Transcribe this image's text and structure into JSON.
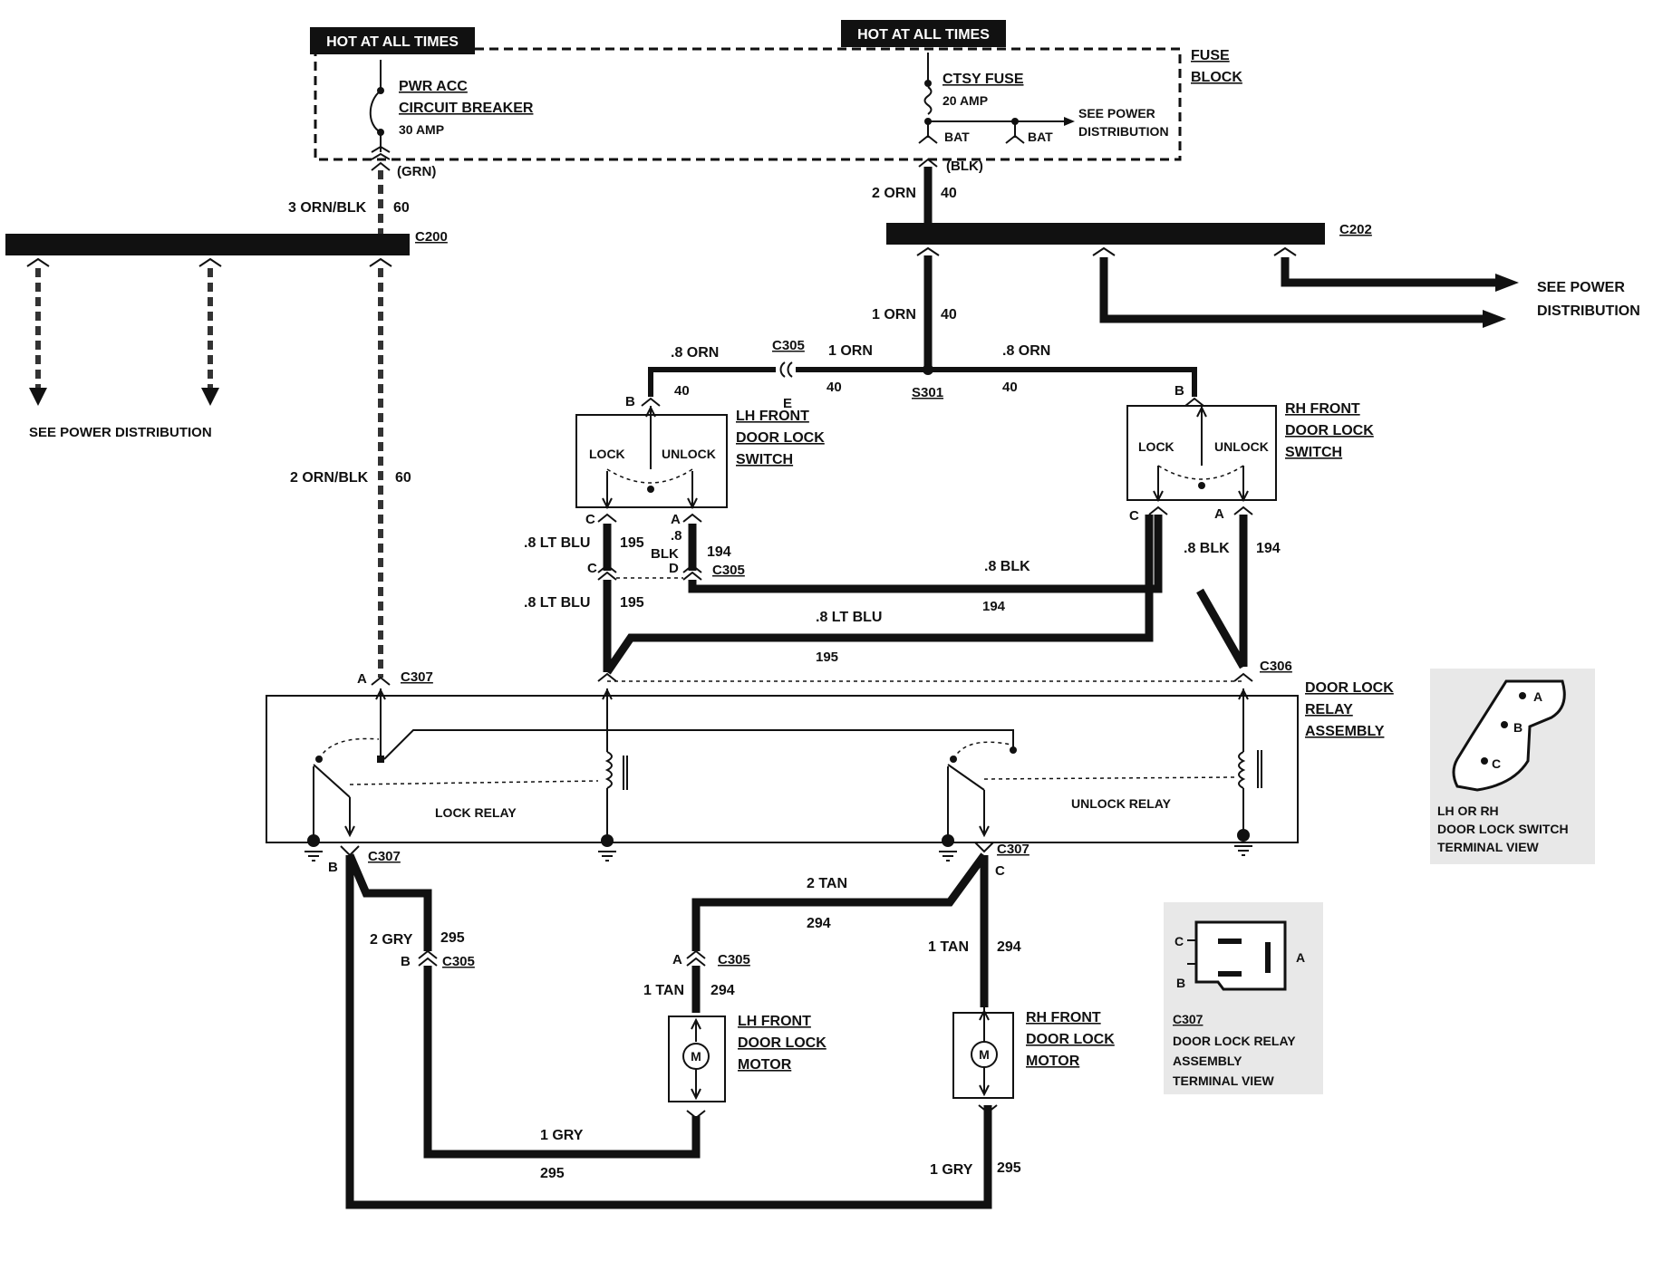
{
  "labels": {
    "hot_left": "HOT AT ALL TIMES",
    "hot_right": "HOT AT ALL TIMES",
    "fuse_block_1": "FUSE",
    "fuse_block_2": "BLOCK",
    "pwr_acc_1": "PWR ACC",
    "pwr_acc_2": "CIRCUIT BREAKER",
    "pwr_acc_amp": "30 AMP",
    "ctsy_fuse": "CTSY FUSE",
    "ctsy_amp": "20 AMP",
    "bat_1": "BAT",
    "bat_2": "BAT",
    "see_power_dist_1a": "SEE POWER",
    "see_power_dist_1b": "DISTRIBUTION",
    "grn": "(GRN)",
    "blk": "(BLK)",
    "w_3orn_blk": "3 ORN/BLK",
    "c60a": "60",
    "w_2orn": "2 ORN",
    "c40a": "40",
    "c200": "C200",
    "c202": "C202",
    "see_power_dist_2a": "SEE POWER",
    "see_power_dist_2b": "DISTRIBUTION",
    "see_power_dist_left": "SEE POWER DISTRIBUTION",
    "w_1orn_a": "1 ORN",
    "c40b": "40",
    "w_8orn_l": ".8 ORN",
    "c305_top": "C305",
    "w_1orn_b": "1 ORN",
    "w_8orn_r": ".8 ORN",
    "c40c": "40",
    "c40d": "40",
    "c40e": "40",
    "pin_e": "E",
    "s301": "S301",
    "pin_b_lh": "B",
    "pin_b_rh": "B",
    "lh_switch_1": "LH FRONT",
    "lh_switch_2": "DOOR LOCK",
    "lh_switch_3": "SWITCH",
    "rh_switch_1": "RH FRONT",
    "rh_switch_2": "DOOR LOCK",
    "rh_switch_3": "SWITCH",
    "lock_l": "LOCK",
    "unlock_l": "UNLOCK",
    "lock_r": "LOCK",
    "unlock_r": "UNLOCK",
    "w_2orn_blk": "2 ORN/BLK",
    "c60b": "60",
    "pin_c_lh": "C",
    "pin_a_lh": "A",
    "pin_c_rh": "C",
    "pin_a_rh": "A",
    "w_8ltblu_a": ".8 LT BLU",
    "c195a": "195",
    "w_8blk_a1": ".8",
    "w_8blk_a2": "BLK",
    "c194a": "194",
    "pin_c_c305": "C",
    "pin_d_c305": "D",
    "c305_mid": "C305",
    "w_8blk_rh": ".8 BLK",
    "c194b": "194",
    "w_8blk_mid": ".8 BLK",
    "c194c": "194",
    "w_8ltblu_b": ".8 LT BLU",
    "c195b": "195",
    "w_8ltblu_mid": ".8 LT BLU",
    "c195c": "195",
    "pin_a_c307": "A",
    "c307_top": "C307",
    "c306": "C306",
    "relay_1": "DOOR LOCK",
    "relay_2": "RELAY",
    "relay_3": "ASSEMBLY",
    "lock_relay": "LOCK RELAY",
    "unlock_relay": "UNLOCK RELAY",
    "pin_b_c307": "B",
    "c307_bl": "C307",
    "c307_br": "C307",
    "pin_c_c307": "C",
    "w_2tan": "2 TAN",
    "c294a": "294",
    "w_2gry": "2 GRY",
    "c295a": "295",
    "pin_b_c305": "B",
    "c305_gry": "C305",
    "pin_a_c305m": "A",
    "c305_tan": "C305",
    "w_1tan_l": "1 TAN",
    "c294b": "294",
    "w_1tan_r": "1 TAN",
    "c294c": "294",
    "lh_motor_1": "LH FRONT",
    "lh_motor_2": "DOOR LOCK",
    "lh_motor_3": "MOTOR",
    "rh_motor_1": "RH FRONT",
    "rh_motor_2": "DOOR LOCK",
    "rh_motor_3": "MOTOR",
    "motor_m_l": "M",
    "motor_m_r": "M",
    "w_1gry_l": "1 GRY",
    "c295b": "295",
    "w_1gry_r": "1 GRY",
    "c295c": "295",
    "tv1_a": "A",
    "tv1_b": "B",
    "tv1_c": "C",
    "tv1_cap1": "LH OR RH",
    "tv1_cap2": "DOOR LOCK SWITCH",
    "tv1_cap3": "TERMINAL VIEW",
    "tv2_a": "A",
    "tv2_b": "B",
    "tv2_c": "C",
    "tv2_cap0": "C307",
    "tv2_cap1": "DOOR LOCK RELAY",
    "tv2_cap2": "ASSEMBLY",
    "tv2_cap3": "TERMINAL VIEW"
  }
}
